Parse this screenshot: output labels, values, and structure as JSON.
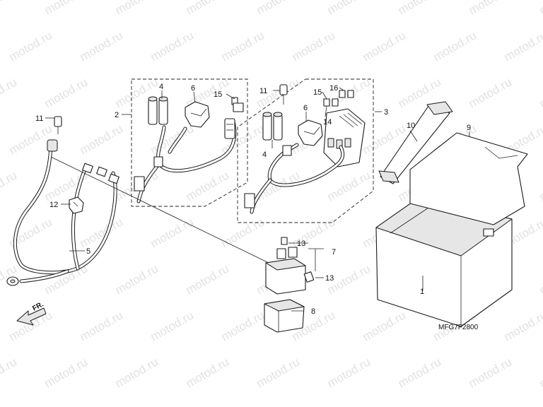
{
  "watermark": "motod.ru",
  "diagram_code": "MFG7F2800",
  "direction_label": "FR.",
  "callouts": {
    "c1": "1",
    "c2": "2",
    "c3": "3",
    "c4a": "4",
    "c4b": "4",
    "c5": "5",
    "c6a": "6",
    "c6b": "6",
    "c7": "7",
    "c8": "8",
    "c9": "9",
    "c10": "10",
    "c11a": "11",
    "c11b": "11",
    "c12": "12",
    "c13a": "13",
    "c13b": "13",
    "c14": "14",
    "c15a": "15",
    "c15b": "15",
    "c16": "16"
  },
  "colors": {
    "line": "#1a1a1a",
    "watermark": "#e2e2e2",
    "background": "#ffffff"
  }
}
